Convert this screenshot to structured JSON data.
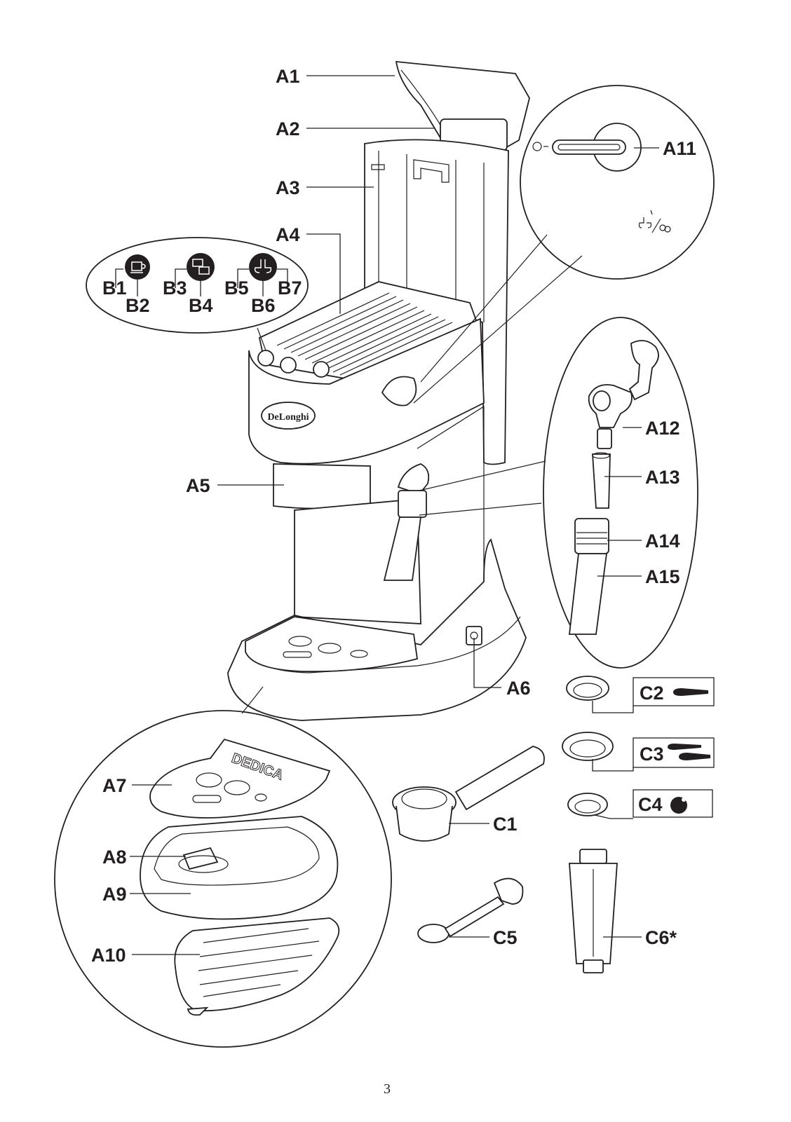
{
  "page_number": "3",
  "brand_logo_text": "DeLonghi",
  "model_logo_text": "DEDICA",
  "labels": {
    "A1": "A1",
    "A2": "A2",
    "A3": "A3",
    "A4": "A4",
    "A5": "A5",
    "A6": "A6",
    "A7": "A7",
    "A8": "A8",
    "A9": "A9",
    "A10": "A10",
    "A11": "A11",
    "A12": "A12",
    "A13": "A13",
    "A14": "A14",
    "A15": "A15",
    "B1": "B1",
    "B2": "B2",
    "B3": "B3",
    "B4": "B4",
    "B5": "B5",
    "B6": "B6",
    "B7": "B7",
    "C1": "C1",
    "C2": "C2",
    "C3": "C3",
    "C4": "C4",
    "C5": "C5",
    "C6": "C6*"
  },
  "icons": [
    "one-cup-icon",
    "two-cups-icon",
    "steam-icon",
    "steam-hot-water-icon",
    "coffee-scoop-icon",
    "coffee-pod-icon"
  ],
  "colors": {
    "ink": "#231f20",
    "paper": "#ffffff"
  }
}
